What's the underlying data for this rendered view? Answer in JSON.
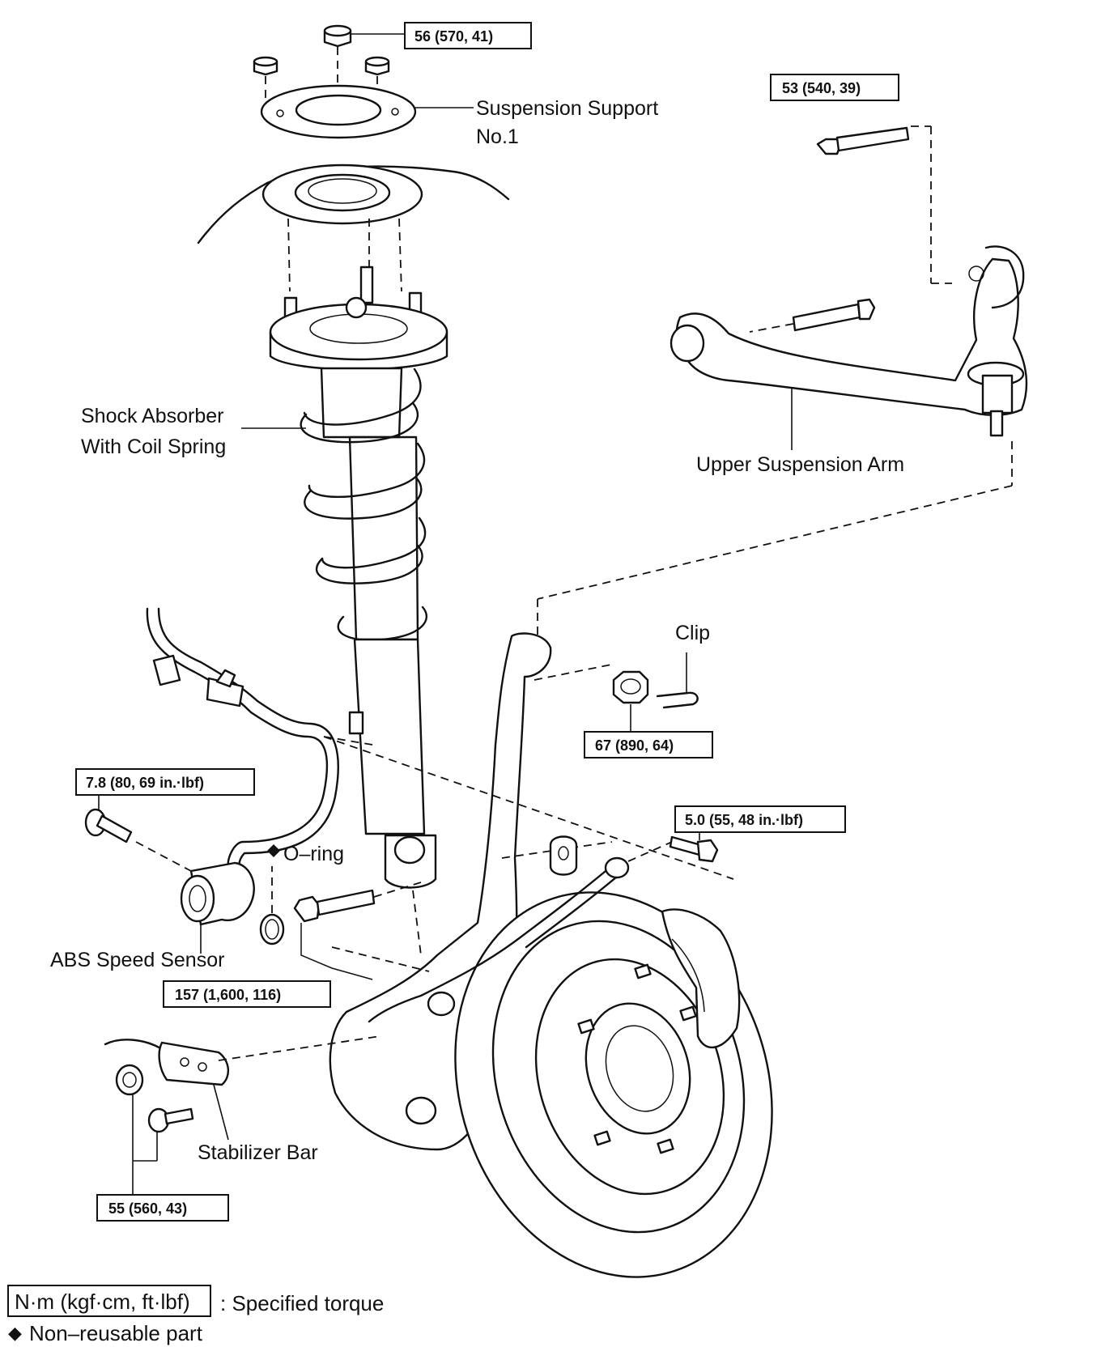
{
  "labels": {
    "suspension_support_line1": "Suspension  Support",
    "suspension_support_line2": "No.1",
    "shock_absorber_line1": "Shock  Absorber",
    "shock_absorber_line2": "With Coil Spring",
    "upper_suspension_arm": "Upper Suspension Arm",
    "clip": "Clip",
    "o_ring": "O–ring",
    "abs_speed_sensor": "ABS Speed Sensor",
    "stabilizer_bar": "Stabilizer Bar"
  },
  "torques": {
    "support_nut": "56 (570, 41)",
    "upper_arm_bolt": "53 (540, 39)",
    "clip_nut": "67 (890, 64)",
    "sensor_bolt": "7.8 (80, 69 in.·lbf)",
    "hose_bolt": "5.0 (55, 48 in.·lbf)",
    "shock_lower_bolt": "157 (1,600, 116)",
    "stabilizer_bolt": "55 (560, 43)"
  },
  "legend": {
    "unit_box": "N·m (kgf·cm, ft·lbf)",
    "unit_desc": ": Specified torque",
    "diamond_symbol": "◆",
    "non_reusable": "Non–reusable part"
  }
}
